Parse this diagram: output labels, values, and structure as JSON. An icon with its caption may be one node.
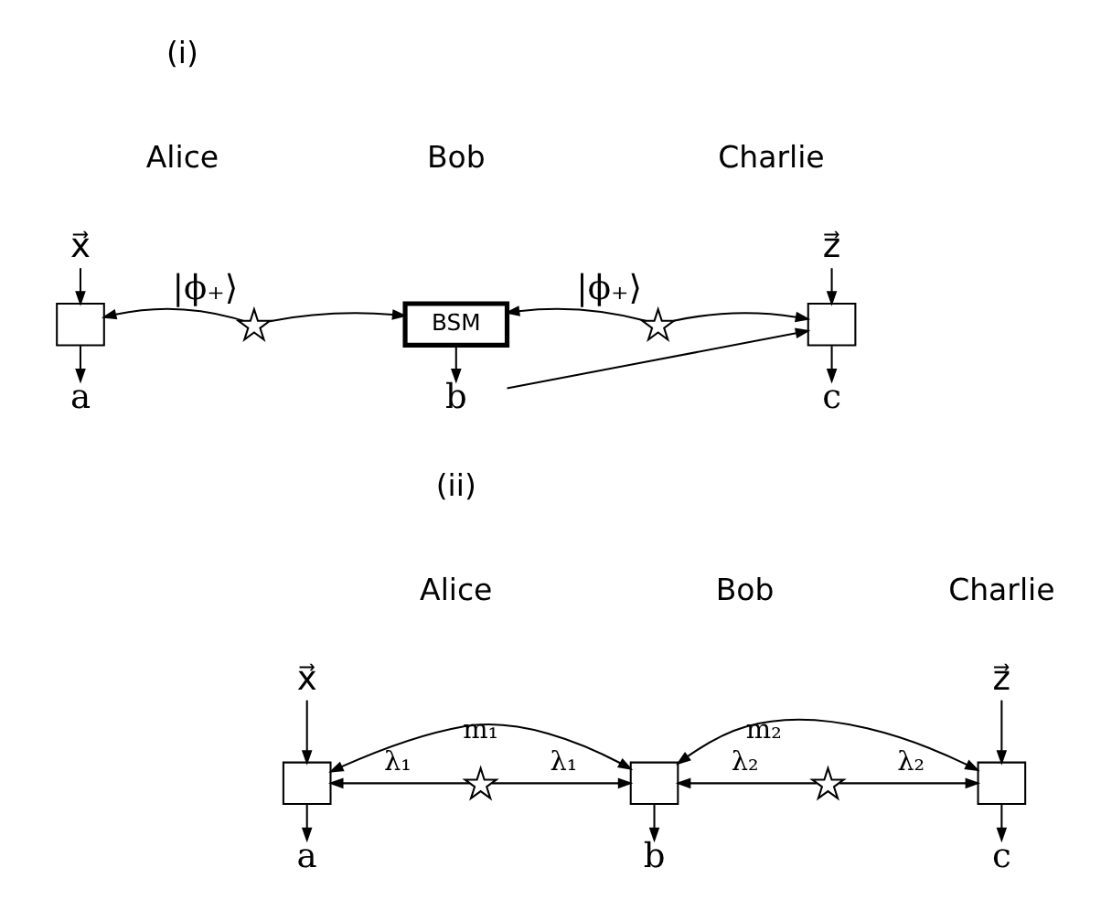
{
  "diagram": {
    "nodes": [
      {
        "text": [
          "x⃗"
        ]
      },
      {
        "text": [],
        "shape": "box"
      },
      {
        "text": [
          "a"
        ]
      },
      {
        "text": [],
        "shape": "star",
        "beside": [
          "|ϕ₊⟩"
        ]
      },
      {
        "text": [
          "BSM"
        ]
      },
      {
        "text": [
          "b"
        ]
      },
      {
        "text": [],
        "shape": "star",
        "beside": [
          "|ϕ₊⟩"
        ]
      },
      {
        "text": [
          "z⃗"
        ]
      },
      {
        "text": [],
        "shape": "box"
      },
      {
        "text": [
          "c"
        ]
      },
      {
        "text": [
          "x⃗"
        ]
      },
      {
        "text": [],
        "shape": "box"
      },
      {
        "text": [
          "a"
        ]
      },
      {
        "text": [],
        "shape": "star"
      },
      {
        "text": [],
        "shape": "box"
      },
      {
        "text": [
          "b"
        ]
      },
      {
        "text": [],
        "shape": "star"
      },
      {
        "text": [
          "z⃗"
        ]
      },
      {
        "text": [],
        "shape": "box"
      },
      {
        "text": [
          "c"
        ]
      }
    ],
    "edges": [
      {
        "from": 0,
        "to": 1,
        "arrow": "to"
      },
      {
        "from": 1,
        "to": 2,
        "arrow": "to"
      },
      {
        "from": 3,
        "to": 1,
        "arrow": "to"
      },
      {
        "from": 3,
        "to": 4,
        "arrow": "to"
      },
      {
        "from": 4,
        "to": 5,
        "arrow": "to"
      },
      {
        "from": 6,
        "to": 4,
        "arrow": "to"
      },
      {
        "from": 6,
        "to": 8,
        "arrow": "to"
      },
      {
        "from": 7,
        "to": 8,
        "arrow": "to"
      },
      {
        "from": 8,
        "to": 9,
        "arrow": "to"
      },
      {
        "from": 5,
        "to": 8,
        "arrow": "to"
      },
      {
        "from": 10,
        "to": 11,
        "arrow": "to"
      },
      {
        "from": 11,
        "to": 12,
        "arrow": "to"
      },
      {
        "from": 13,
        "to": 11,
        "arrow": "to",
        "label": "λ₁"
      },
      {
        "from": 13,
        "to": 14,
        "arrow": "to",
        "label": "λ₁"
      },
      {
        "from": 14,
        "to": 15,
        "arrow": "to"
      },
      {
        "from": 16,
        "to": 14,
        "arrow": "to",
        "label": "λ₂"
      },
      {
        "from": 16,
        "to": 18,
        "arrow": "to",
        "label": "λ₂"
      },
      {
        "from": 17,
        "to": 18,
        "arrow": "to"
      },
      {
        "from": 18,
        "to": 19,
        "arrow": "to"
      },
      {
        "from": 11,
        "to": 14,
        "arrow": "both",
        "label": "m₁"
      },
      {
        "from": 14,
        "to": 18,
        "arrow": "both",
        "label": "m₂"
      }
    ],
    "labels": [
      "(i)",
      "Alice",
      "Bob",
      "Charlie",
      "(ii)",
      "Alice",
      "Bob",
      "Charlie"
    ]
  }
}
